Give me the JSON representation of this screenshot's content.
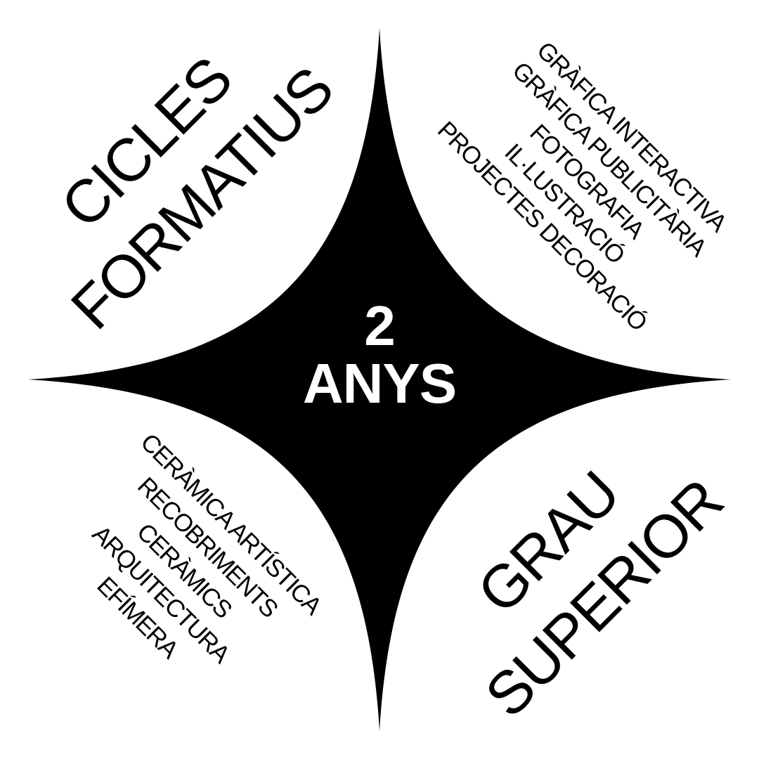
{
  "colors": {
    "ink": "#000000",
    "paper": "#ffffff"
  },
  "center": {
    "number": "2",
    "unit": "ANYS"
  },
  "cicles": {
    "lines": [
      "CICLES",
      "FORMATIUS"
    ]
  },
  "grau": {
    "lines": [
      "GRAU",
      "SUPERIOR"
    ]
  },
  "specialties_top": [
    "GRÀFICA INTERACTIVA",
    "GRÀFICA PUBLICITÀRIA",
    "FOTOGRAFIA",
    "IL·LUSTRACIÓ",
    "PROJECTES DECORACIÓ"
  ],
  "specialties_bottom": [
    "CERÀMICA ARTÍSTICA",
    "RECOBRIMENTS",
    "CERÀMICS",
    "ARQUITECTURA",
    "EFÍMERA"
  ]
}
